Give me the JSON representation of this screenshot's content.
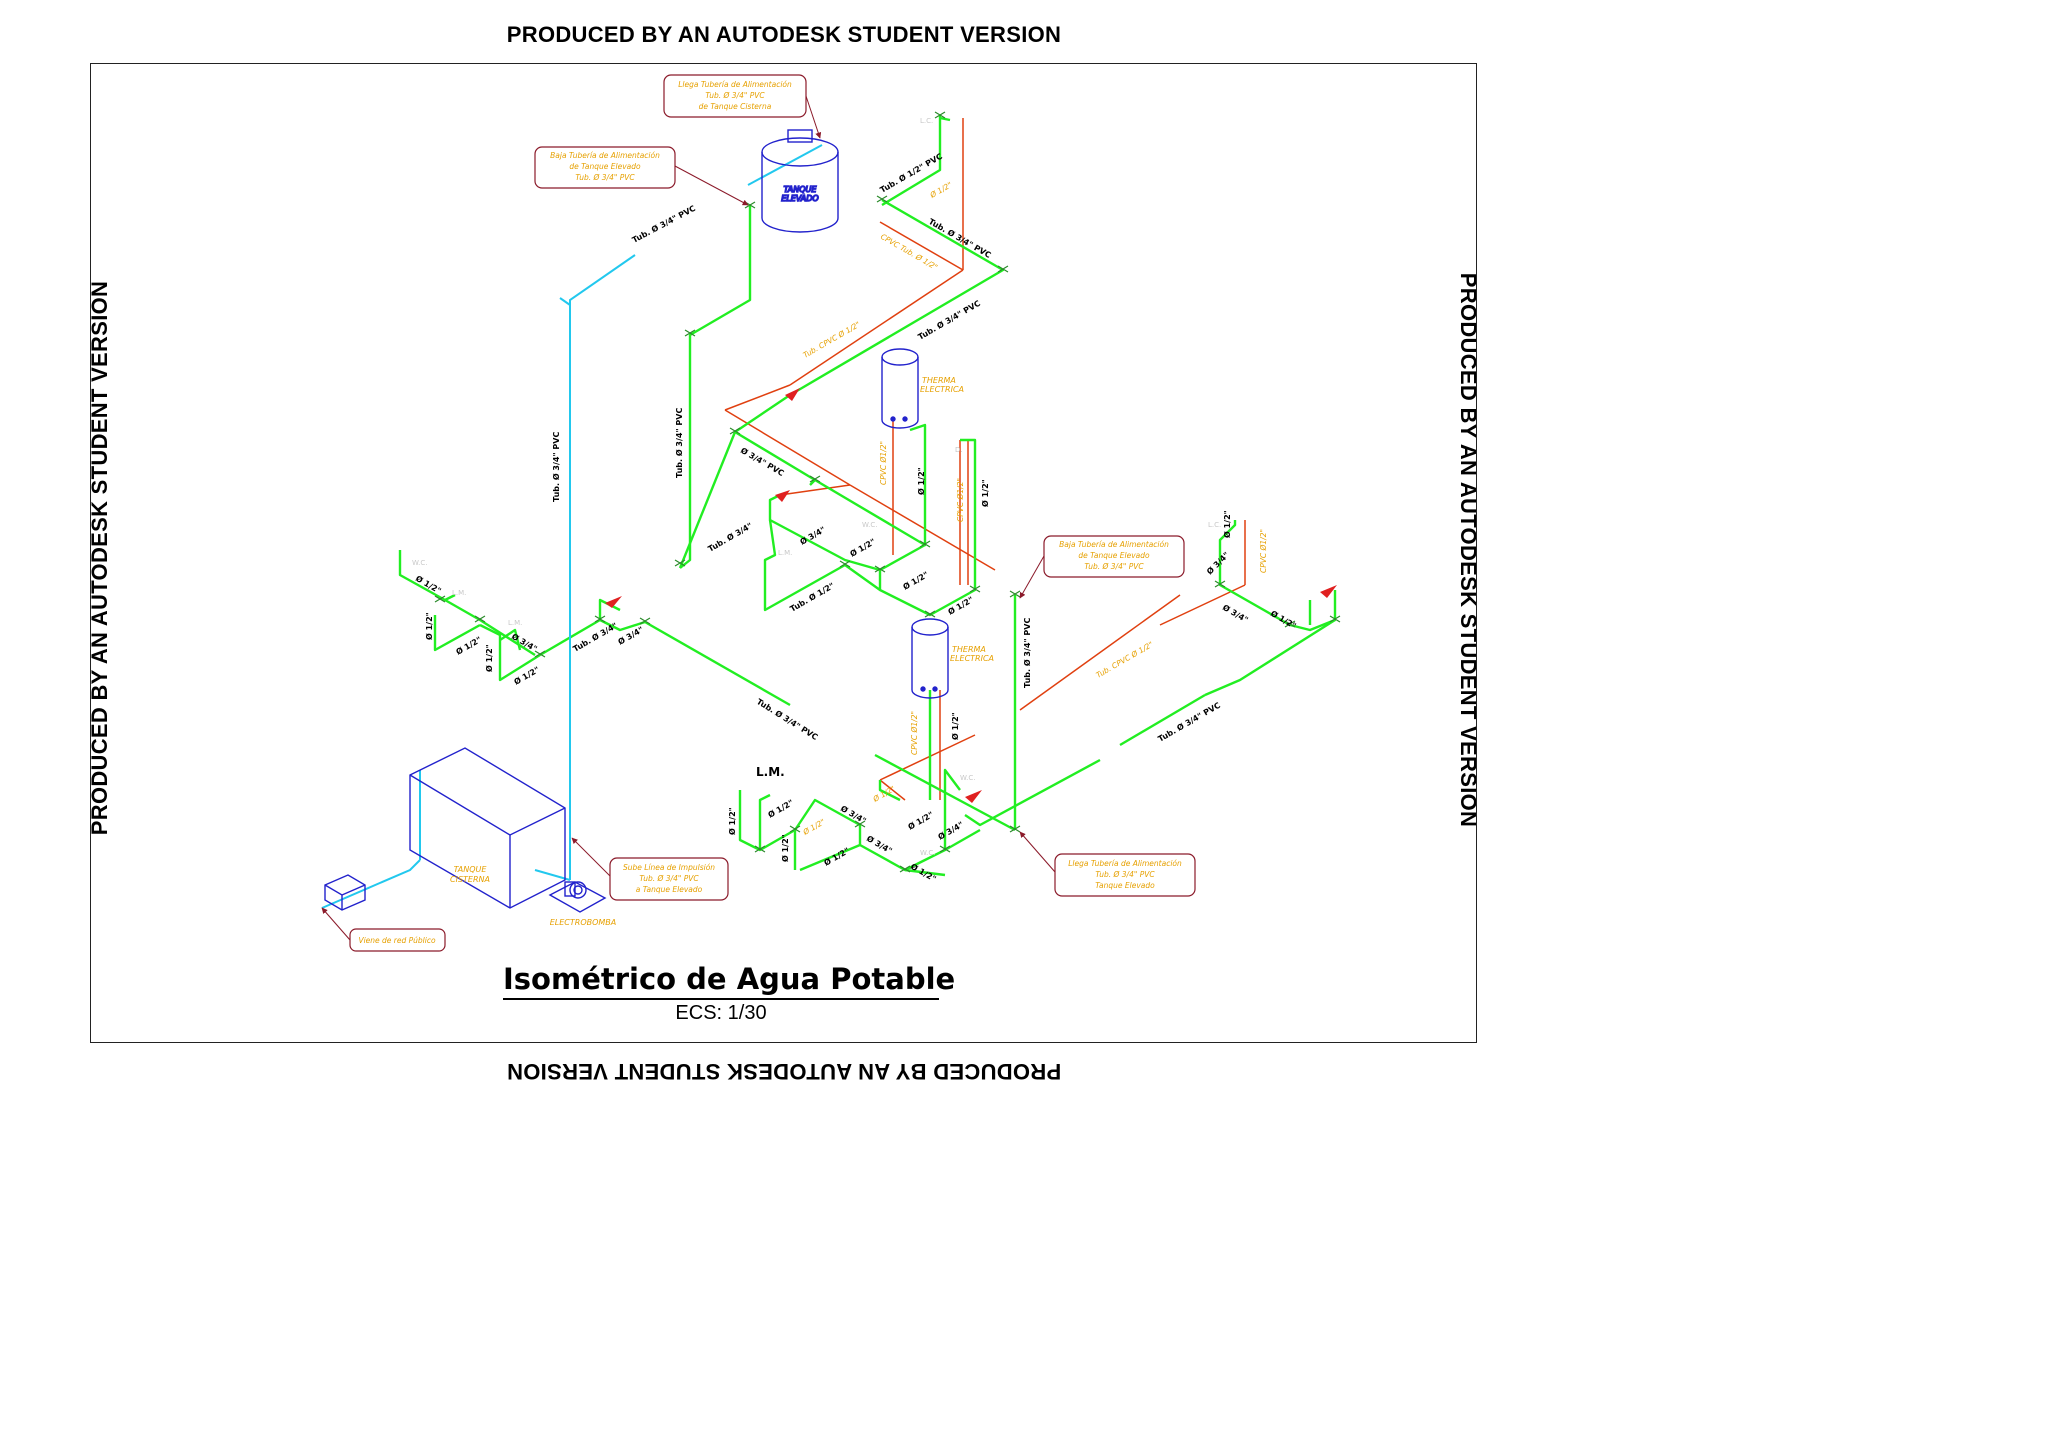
{
  "watermark": "PRODUCED BY AN AUTODESK STUDENT VERSION",
  "title": "Isométrico de Agua Potable",
  "scale": "ECS: 1/30",
  "colors": {
    "cold_pipe": "#22ee22",
    "hot_pipe": "#e04010",
    "pump_line": "#22c8ee",
    "equipment": "#2222cc",
    "callout_border": "#8b1a2a",
    "callout_text": "#e6a000",
    "fitting": "#2a8a2a"
  },
  "callouts": {
    "c1": [
      "Llega Tubería de Alimentación",
      "Tub. Ø 3/4\" PVC",
      "de Tanque Cisterna"
    ],
    "c2": [
      "Baja Tubería de Alimentación",
      "de Tanque Elevado",
      "Tub. Ø 3/4\" PVC"
    ],
    "c3": [
      "Baja Tubería de Alimentación",
      "de Tanque Elevado",
      "Tub. Ø 3/4\" PVC"
    ],
    "c4": [
      "Sube Línea de Impulsión",
      "Tub. Ø 3/4\" PVC",
      "a Tanque Elevado"
    ],
    "c5": [
      "Llega Tubería de Alimentación",
      "Tub. Ø 3/4\" PVC",
      "Tanque Elevado"
    ],
    "c6": [
      "Viene de red Público"
    ]
  },
  "equipment": {
    "tanque_elevado": [
      "TANQUE",
      "ELEVADO"
    ],
    "therma1": [
      "THERMA",
      "ELECTRICA"
    ],
    "therma2": [
      "THERMA",
      "ELECTRICA"
    ],
    "cisterna": [
      "TANQUE",
      "CISTERNA"
    ],
    "electrobomba": "ELECTROBOMBA"
  },
  "pipe_labels": {
    "t1": "Tub. Ø 3/4\" PVC",
    "t2": "Tub. Ø 3/4\" PVC",
    "t3": "Tub. Ø 3/4\" PVC",
    "t4": "Tub. Ø 1/2\" PVC",
    "t5": "Tub. Ø 3/4\" PVC",
    "t6": "Tub. Ø 3/4\" PVC",
    "t7": "Ø 3/4\" PVC",
    "t8": "Tub. Ø 3/4\"",
    "t9": "Tub. Ø 3/4\" PVC",
    "t10": "Tub. Ø 3/4\"",
    "t11": "Tub. Ø 3/4\" PVC",
    "t12": "Tub. Ø 3/4\" PVC",
    "t13": "Ø 3/4\"",
    "t14": "Ø 3/4\"",
    "t15": "Tub. Ø 1/2\"",
    "t16": "Ø 1/2\"",
    "t17": "Ø 1/2\"",
    "t18": "Ø 1/2\"",
    "t19": "Ø 1/2\"",
    "t20": "Ø 1/2\"",
    "t21": "Ø 1/2\"",
    "t22": "Ø 1/2\"",
    "t23": "Ø 3/4\"",
    "t24": "Ø 1/2\"",
    "t25": "Ø 1/2\"",
    "t26": "Ø 1/2\"",
    "t27": "Ø 1/2\"",
    "t28": "Ø 1/2\"",
    "t29": "Ø 3/4\"",
    "t30": "Ø 1/2\"",
    "t31": "Ø 3/4\"",
    "t32": "Ø 3/4\"",
    "t33": "Ø 1/2\"",
    "t34": "Ø 1/2\"",
    "t35": "Ø 1/2\"",
    "t36": "Ø 1/2\"",
    "t37": "Ø 3/4\"",
    "t38": "Ø 1/2\"",
    "t39": "Ø 1/2\"",
    "t40": "Ø 3/4\""
  },
  "hot_labels": {
    "h1": "Ø 1/2\"",
    "h2": "CPVC Tub. Ø 1/2\"",
    "h3": "Tub. CPVC Ø 1/2\"",
    "h4": "CPVC Ø1/2\"",
    "h5": "CPVC Ø1/2\"",
    "h6": "Tub. CPVC Ø 1/2\"",
    "h7": "CPVC Ø1/2\"",
    "h8": "CPVC Ø1/2\"",
    "h9": "Ø 1/2\"",
    "h10": "Ø 1/2\""
  },
  "fixture_tags": {
    "f1": "L.C.",
    "f2": "W.C.",
    "f3": "L.M.",
    "f4": "D.",
    "f5": "W.C.",
    "f6": "L.M.",
    "f7": "L.C.",
    "f8": "W.C.",
    "f9": "L.M.",
    "f10": "W.C."
  },
  "lm_label": "L.M."
}
